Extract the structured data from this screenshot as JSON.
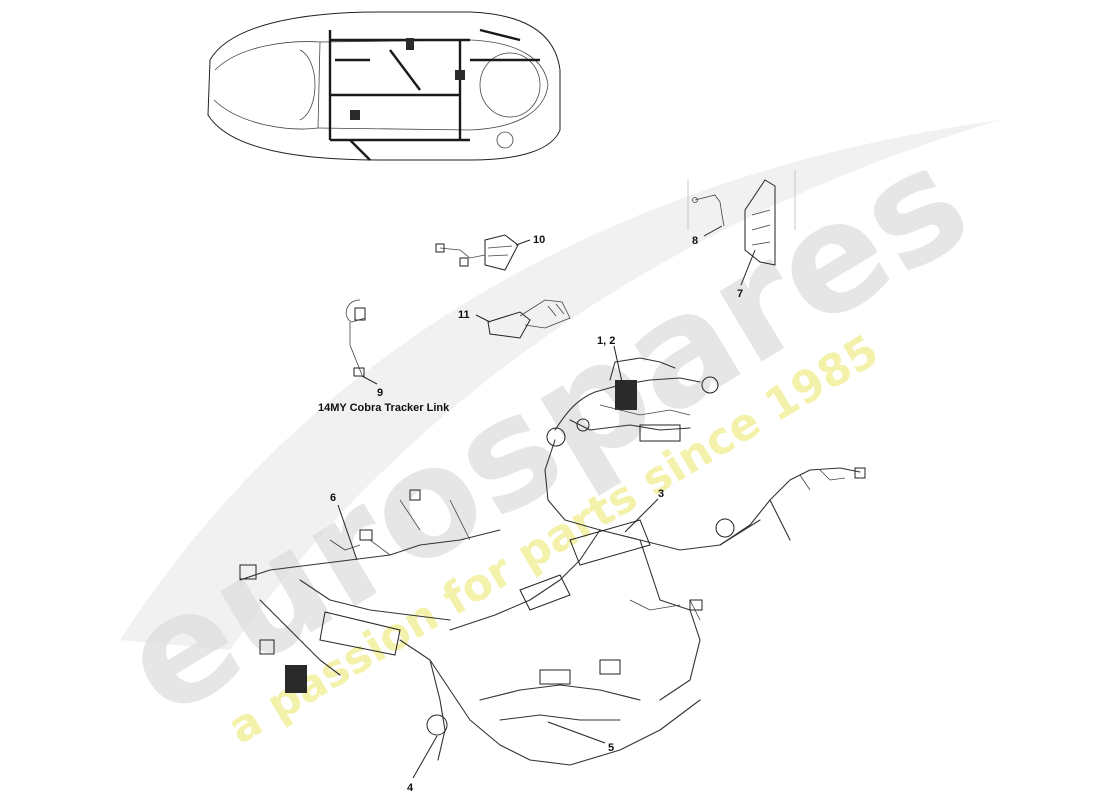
{
  "diagram": {
    "callouts": [
      {
        "id": "c1",
        "label": "1, 2"
      },
      {
        "id": "c3",
        "label": "3"
      },
      {
        "id": "c4",
        "label": "4"
      },
      {
        "id": "c5",
        "label": "5"
      },
      {
        "id": "c6",
        "label": "6"
      },
      {
        "id": "c7",
        "label": "7"
      },
      {
        "id": "c8",
        "label": "8"
      },
      {
        "id": "c9",
        "label": "9"
      },
      {
        "id": "c10",
        "label": "10"
      },
      {
        "id": "c11",
        "label": "11"
      }
    ],
    "note": "14MY Cobra Tracker Link"
  },
  "watermark": {
    "brand": "eurospares",
    "tagline": "a passion for parts since 1985",
    "colors": {
      "brand": "#d9d9d9",
      "tagline": "#f2f0a0"
    }
  }
}
